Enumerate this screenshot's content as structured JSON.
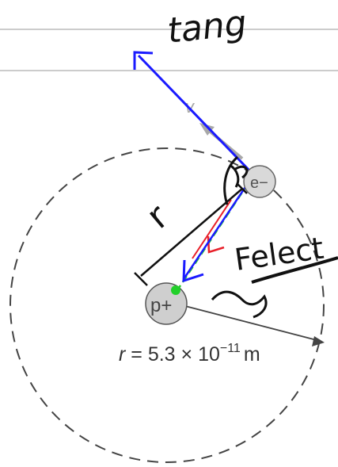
{
  "notes": {
    "tang_label": "tang",
    "felect_label": "Felect",
    "r_label": "r"
  },
  "proton": {
    "label": "p+"
  },
  "electron": {
    "label": "e−"
  },
  "velocity": {
    "label": "v"
  },
  "radius": {
    "label_prefix": "r = 5.3 × 10",
    "exponent": "−11",
    "unit": "m"
  },
  "colors": {
    "tangent_arrow": "#1a1aff",
    "radial_arrow": "#1a1aff",
    "force_arrow_red": "#e8202a",
    "green_line": "#22d02a",
    "ink": "#111111",
    "orbit": "#444444",
    "particle_fill": "#cfcfcf",
    "velocity_arrow": "#a8a8a8",
    "ruled_line": "#9a9a9a"
  }
}
